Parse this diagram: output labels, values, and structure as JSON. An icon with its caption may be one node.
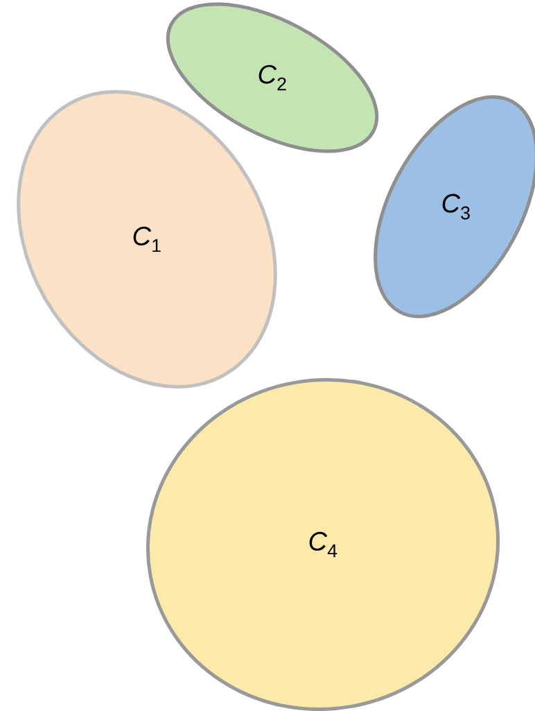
{
  "diagram": {
    "nodes": [
      {
        "text": [
          "*C*$_{1}$"
        ]
      },
      {
        "text": [
          "*C*$_{2}$"
        ]
      },
      {
        "text": [
          "*C*$_{3}$"
        ]
      },
      {
        "text": [
          "*C*$_{4}$"
        ]
      }
    ]
  }
}
